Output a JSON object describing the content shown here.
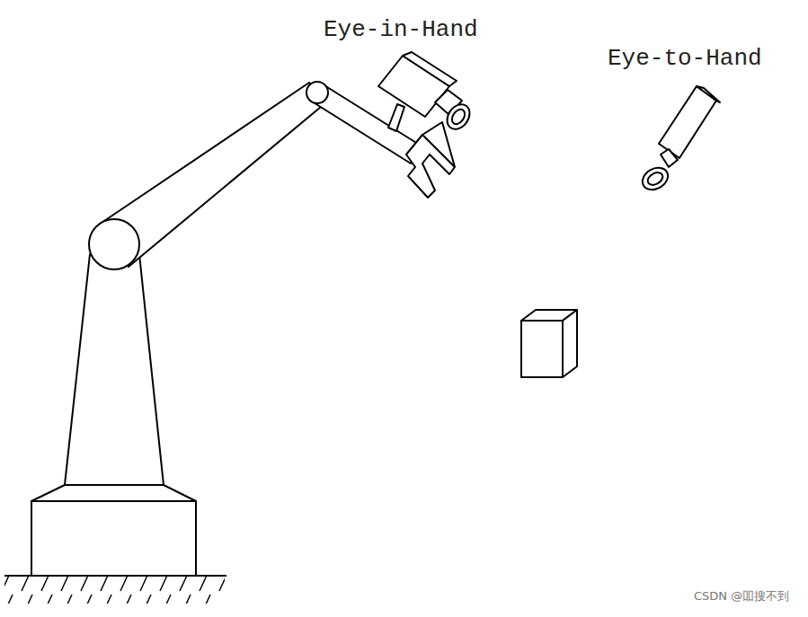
{
  "diagram": {
    "labels": [
      "Eye-in-Hand",
      "Eye-to-Hand",
      "CSDN @吅搜不到"
    ]
  }
}
